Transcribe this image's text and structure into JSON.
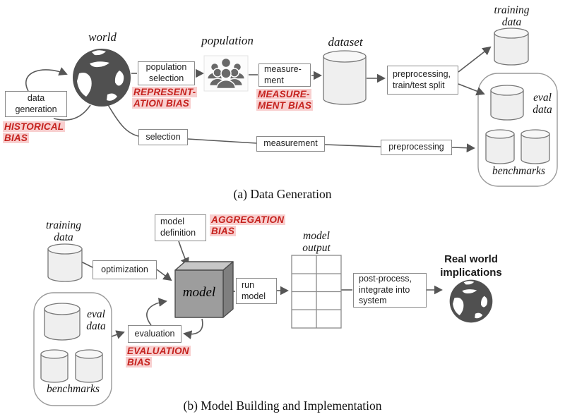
{
  "section_a": {
    "caption": "(a) Data Generation",
    "labels": {
      "world": "world",
      "population": "population",
      "dataset": "dataset",
      "training_data": "training data",
      "eval_data": "eval data",
      "benchmarks": "benchmarks"
    },
    "boxes": {
      "data_generation": "data generation",
      "population_selection": "population selection",
      "measurement_split": "measure-ment",
      "preprocessing_split": "preprocessing, train/test split",
      "selection": "selection",
      "measurement": "measurement",
      "preprocessing": "preprocessing"
    },
    "biases": {
      "historical": "HISTORICAL BIAS",
      "representation": "REPRESENT-ATION BIAS",
      "measurement": "MEASURE-MENT BIAS"
    }
  },
  "section_b": {
    "caption": "(b) Model Building and Implementation",
    "labels": {
      "training_data": "training data",
      "eval_data": "eval data",
      "benchmarks": "benchmarks",
      "model": "model",
      "model_output": "model output",
      "real_world_implications": "Real world implications"
    },
    "boxes": {
      "optimization": "optimization",
      "model_definition": "model definition",
      "run_model": "run model",
      "post_process": "post-process, integrate into system",
      "evaluation": "evaluation"
    },
    "biases": {
      "aggregation": "AGGREGATION BIAS",
      "evaluation": "EVALUATION BIAS"
    }
  },
  "colors": {
    "bias_text": "#c5221e",
    "bias_highlight": "#f8cfcf",
    "diagram_gray": "#555555",
    "cylinder_fill": "#efefef",
    "cube_front": "#9d9d9d"
  }
}
